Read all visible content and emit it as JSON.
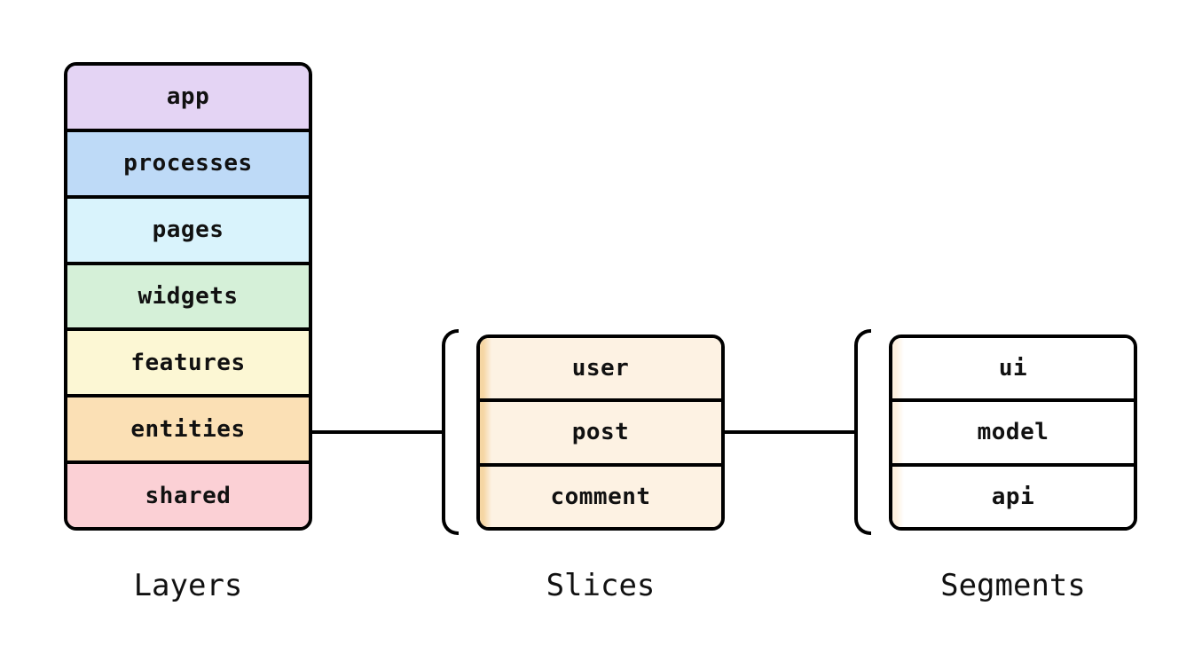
{
  "diagram": {
    "layers": {
      "label": "Layers",
      "items": [
        {
          "label": "app",
          "color": "#e4d4f4"
        },
        {
          "label": "processes",
          "color": "#bedaf7"
        },
        {
          "label": "pages",
          "color": "#d9f3fc"
        },
        {
          "label": "widgets",
          "color": "#d5f0d8"
        },
        {
          "label": "features",
          "color": "#fcf7d4"
        },
        {
          "label": "entities",
          "color": "#fbe0b5"
        },
        {
          "label": "shared",
          "color": "#fbd0d5"
        }
      ]
    },
    "slices": {
      "label": "Slices",
      "fill": "#fdf2e3",
      "accent": "#f5d6a3",
      "items": [
        {
          "label": "user"
        },
        {
          "label": "post"
        },
        {
          "label": "comment"
        }
      ]
    },
    "segments": {
      "label": "Segments",
      "fill": "#ffffff",
      "accent": "#fdf0df",
      "items": [
        {
          "label": "ui"
        },
        {
          "label": "model"
        },
        {
          "label": "api"
        }
      ]
    },
    "line_color": "#000000"
  }
}
